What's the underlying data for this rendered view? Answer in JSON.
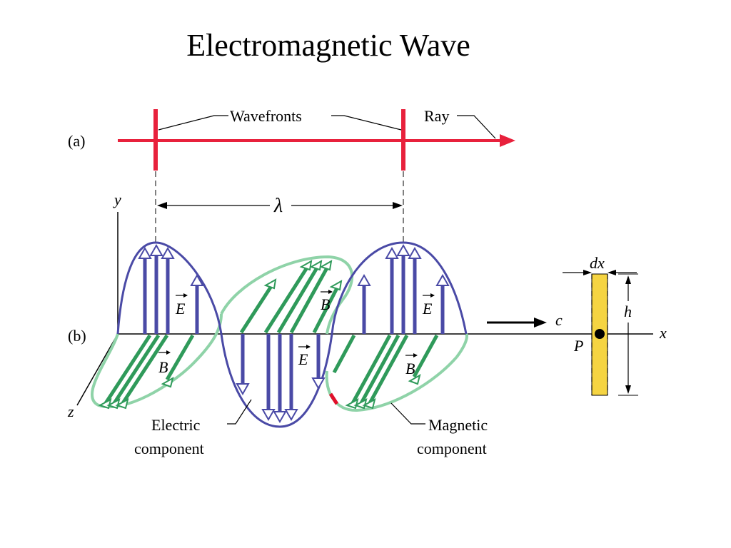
{
  "title": "Electromagnetic Wave",
  "labels": {
    "part_a": "(a)",
    "part_b": "(b)",
    "wavefronts": "Wavefronts",
    "ray": "Ray",
    "lambda": "λ",
    "axis_x": "x",
    "axis_y": "y",
    "axis_z": "z",
    "e_field": "E",
    "b_field": "B",
    "speed": "c",
    "dx": "dx",
    "h": "h",
    "point_p": "P",
    "electric_line1": "Electric",
    "electric_line2": "component",
    "magnetic_line1": "Magnetic",
    "magnetic_line2": "component"
  },
  "colors": {
    "ray": "#e8213c",
    "electric": "#4a4aa6",
    "magnetic": "#3daa6a",
    "magnetic_light": "#8fd3a8",
    "slab": "#f5d442",
    "marker": "#e0102a"
  }
}
